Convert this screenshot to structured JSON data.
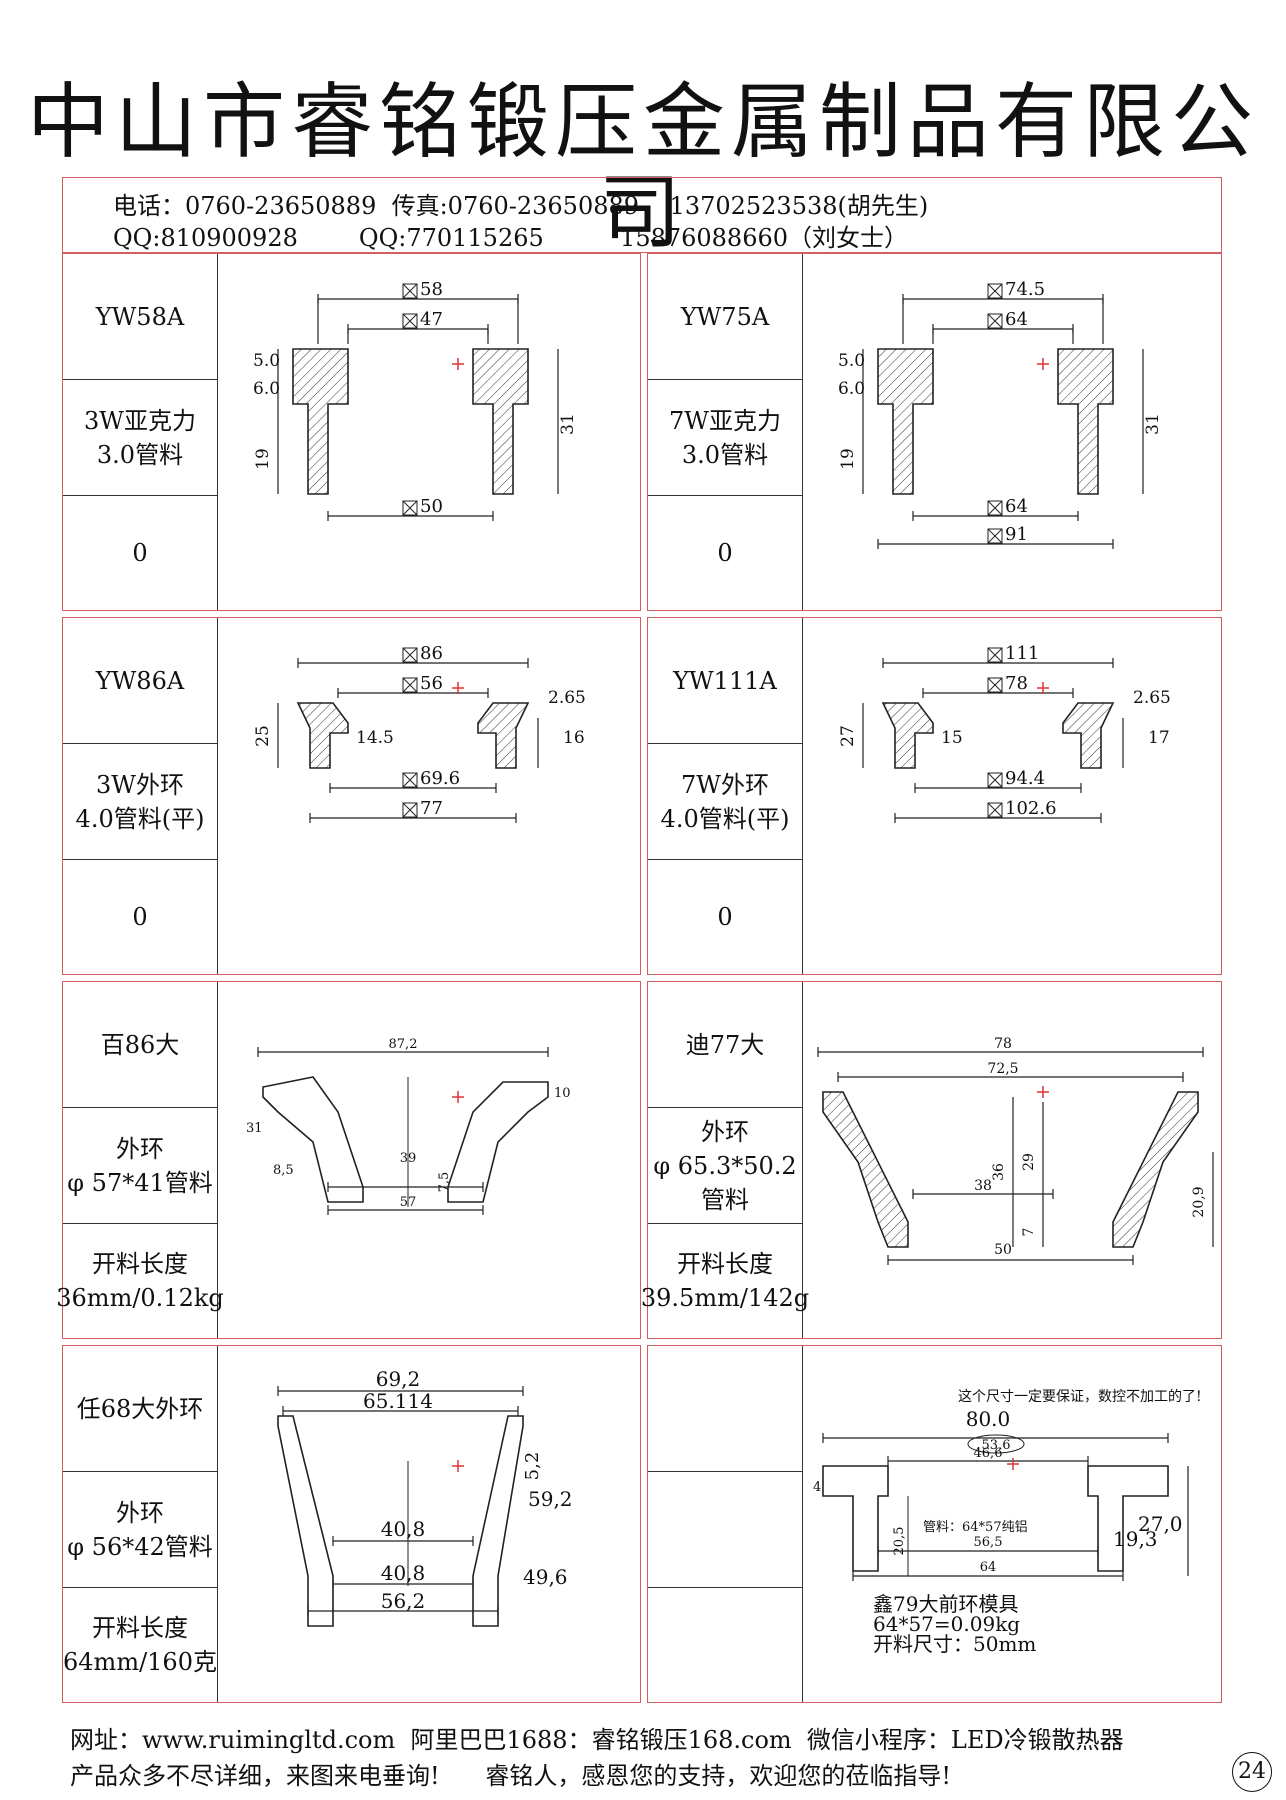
{
  "title": "中山市睿铭锻压金属制品有限公司",
  "contact": {
    "line1": "电话：0760-23650889  传真:0760-23650889    13702523538(胡先生)",
    "line2": "QQ:810900928        QQ:770115265          15876088660（刘女士）"
  },
  "panels": [
    {
      "id": "yw58a",
      "cells": [
        "YW58A",
        "3W亚克力\n3.0管料",
        "0"
      ],
      "dims": [
        "58",
        "47",
        "50",
        "5.0",
        "6.0",
        "19",
        "31"
      ]
    },
    {
      "id": "yw75a",
      "cells": [
        "YW75A",
        "7W亚克力\n3.0管料",
        "0"
      ],
      "dims": [
        "74.5",
        "64",
        "64",
        "91",
        "5.0",
        "6.0",
        "19",
        "31"
      ]
    },
    {
      "id": "yw86a",
      "cells": [
        "YW86A",
        "3W外环\n4.0管料(平)",
        "0"
      ],
      "dims": [
        "86",
        "56",
        "69.6",
        "77",
        "25",
        "14.5",
        "16",
        "2.65"
      ]
    },
    {
      "id": "yw111a",
      "cells": [
        "YW111A",
        "7W外环\n4.0管料(平)",
        "0"
      ],
      "dims": [
        "111",
        "78",
        "94.4",
        "102.6",
        "27",
        "15",
        "17",
        "2.65"
      ]
    },
    {
      "id": "bai86",
      "cells": [
        "百86大",
        "外环\nφ 57*41管料",
        "开料长度\n36mm/0.12kg"
      ],
      "dims": [
        "87,2",
        "31",
        "10",
        "8,5",
        "39",
        "7,5",
        "57"
      ]
    },
    {
      "id": "di77",
      "cells": [
        "迪77大",
        "外环\nφ 65.3*50.2管料",
        "开料长度\n39.5mm/142g"
      ],
      "dims": [
        "78",
        "72,5",
        "38",
        "36",
        "29",
        "7",
        "20,9",
        "50"
      ]
    },
    {
      "id": "ren68",
      "cells": [
        "任68大外环",
        "外环\nφ 56*42管料",
        "开料长度\n64mm/160克"
      ],
      "dims": [
        "69,2",
        "65.114",
        "5,2",
        "59,2",
        "40,8",
        "40,8",
        "49,6",
        "56,2"
      ]
    },
    {
      "id": "xin79",
      "cells": [
        "",
        "",
        ""
      ],
      "dims": [
        "这个尺寸一定要保证，数控不加工的了!",
        "80.0",
        "53,6",
        "46,6",
        "4",
        "管料：64*57纯铝",
        "20,5",
        "56,5",
        "64",
        "27,0",
        "19,3"
      ],
      "notes": [
        "鑫79大前环模具",
        "64*57=0.09kg",
        "开料尺寸：50mm"
      ]
    }
  ],
  "footer": {
    "line1": "网址：www.ruimingltd.com  阿里巴巴1688：睿铭锻压168.com  微信小程序：LED冷锻散热器",
    "line2": "产品众多不尽详细，来图来电垂询!      睿铭人，感恩您的支持，欢迎您的莅临指导!"
  },
  "page_number": "24"
}
